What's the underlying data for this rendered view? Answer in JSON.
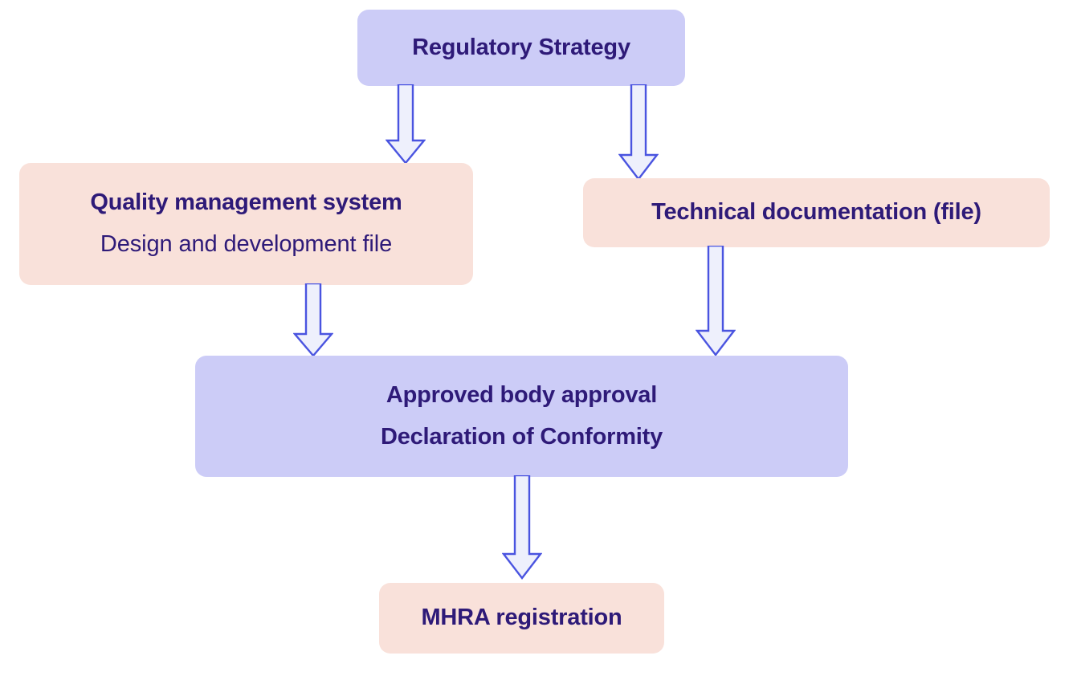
{
  "diagram": {
    "title": "Regulatory Strategy flowchart",
    "colors": {
      "purple_fill": "#ccccf7",
      "pink_fill": "#f9e1da",
      "text": "#2e1a78",
      "arrow_stroke": "#4a54e0",
      "arrow_fill": "#eef0fc",
      "background": "#ffffff"
    },
    "nodes": [
      {
        "id": "regulatory-strategy",
        "lines": [
          {
            "text": "Regulatory Strategy",
            "weight": "bold"
          }
        ]
      },
      {
        "id": "quality-management-system",
        "lines": [
          {
            "text": "Quality management system",
            "weight": "bold"
          },
          {
            "text": "Design and development file",
            "weight": "regular"
          }
        ]
      },
      {
        "id": "technical-documentation",
        "lines": [
          {
            "text": "Technical documentation (file)",
            "weight": "bold"
          }
        ]
      },
      {
        "id": "approved-body-approval",
        "lines": [
          {
            "text": "Approved body approval",
            "weight": "bold"
          },
          {
            "text": "Declaration of Conformity",
            "weight": "bold"
          }
        ]
      },
      {
        "id": "mhra-registration",
        "lines": [
          {
            "text": "MHRA registration",
            "weight": "bold"
          }
        ]
      }
    ],
    "connectors": [
      {
        "id": "arrow-strategy-to-qms",
        "from": "regulatory-strategy",
        "to": "quality-management-system",
        "direction": "down"
      },
      {
        "id": "arrow-strategy-to-techdoc",
        "from": "regulatory-strategy",
        "to": "technical-documentation",
        "direction": "down"
      },
      {
        "id": "arrow-qms-to-approval",
        "from": "quality-management-system",
        "to": "approved-body-approval",
        "direction": "down"
      },
      {
        "id": "arrow-techdoc-to-approval",
        "from": "technical-documentation",
        "to": "approved-body-approval",
        "direction": "down"
      },
      {
        "id": "arrow-approval-to-mhra",
        "from": "approved-body-approval",
        "to": "mhra-registration",
        "direction": "down"
      }
    ]
  }
}
